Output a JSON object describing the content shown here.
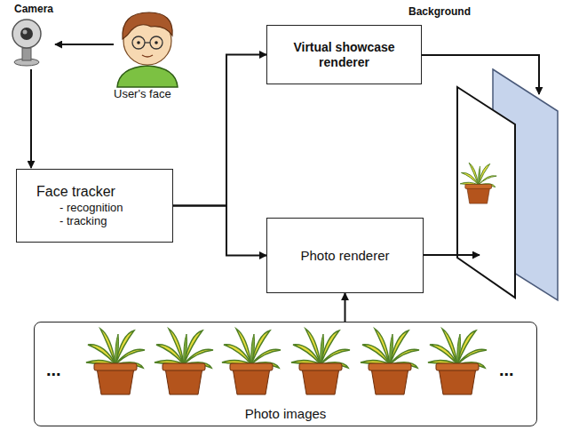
{
  "diagram": {
    "nodes": [
      {
        "text": [
          "Virtual showcase renderer"
        ]
      },
      {
        "text": [
          "Face tracker",
          "- recognition",
          "- tracking"
        ]
      },
      {
        "text": [
          "Photo renderer"
        ]
      },
      {
        "text": [
          "Photo images"
        ]
      }
    ],
    "edges": [
      {
        "from": 1,
        "to": 0,
        "arrow": "to"
      },
      {
        "from": 1,
        "to": 2,
        "arrow": "to"
      },
      {
        "from": 3,
        "to": 2,
        "arrow": "to"
      }
    ],
    "labels": [
      "Camera",
      "User's face",
      "Background",
      "...",
      "..."
    ]
  }
}
